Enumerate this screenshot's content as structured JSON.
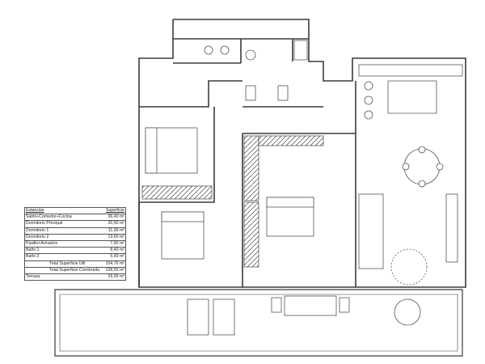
{
  "table": {
    "header": {
      "room": "Estancias",
      "area": "Superficie"
    },
    "rows": [
      {
        "room": "Salón+Comedor+Cocina",
        "area": "36,40 m²"
      },
      {
        "room": "Dormitorio Principal",
        "area": "20,50 m²"
      },
      {
        "room": "Dormitorio 1",
        "area": "11,90 m²"
      },
      {
        "room": "Dormitorio 2",
        "area": "13,60 m²"
      },
      {
        "room": "Pasillo+Armarios",
        "area": "7,60 m²"
      },
      {
        "room": "Baño 1",
        "area": "8,40 m²"
      },
      {
        "room": "Baño 2",
        "area": "5,90 m²"
      }
    ],
    "totals": [
      {
        "label": "Total Superficie Útil",
        "area": "104,70 m²"
      },
      {
        "label": "Total Superficie Construida",
        "area": "128,50 m²"
      }
    ],
    "terrace": {
      "room": "Terraza",
      "area": "29,00 m²"
    }
  },
  "colors": {
    "wall": "#3a3a3a",
    "line": "#555555",
    "fill": "#ffffff",
    "grey": "#9a9a9a"
  }
}
